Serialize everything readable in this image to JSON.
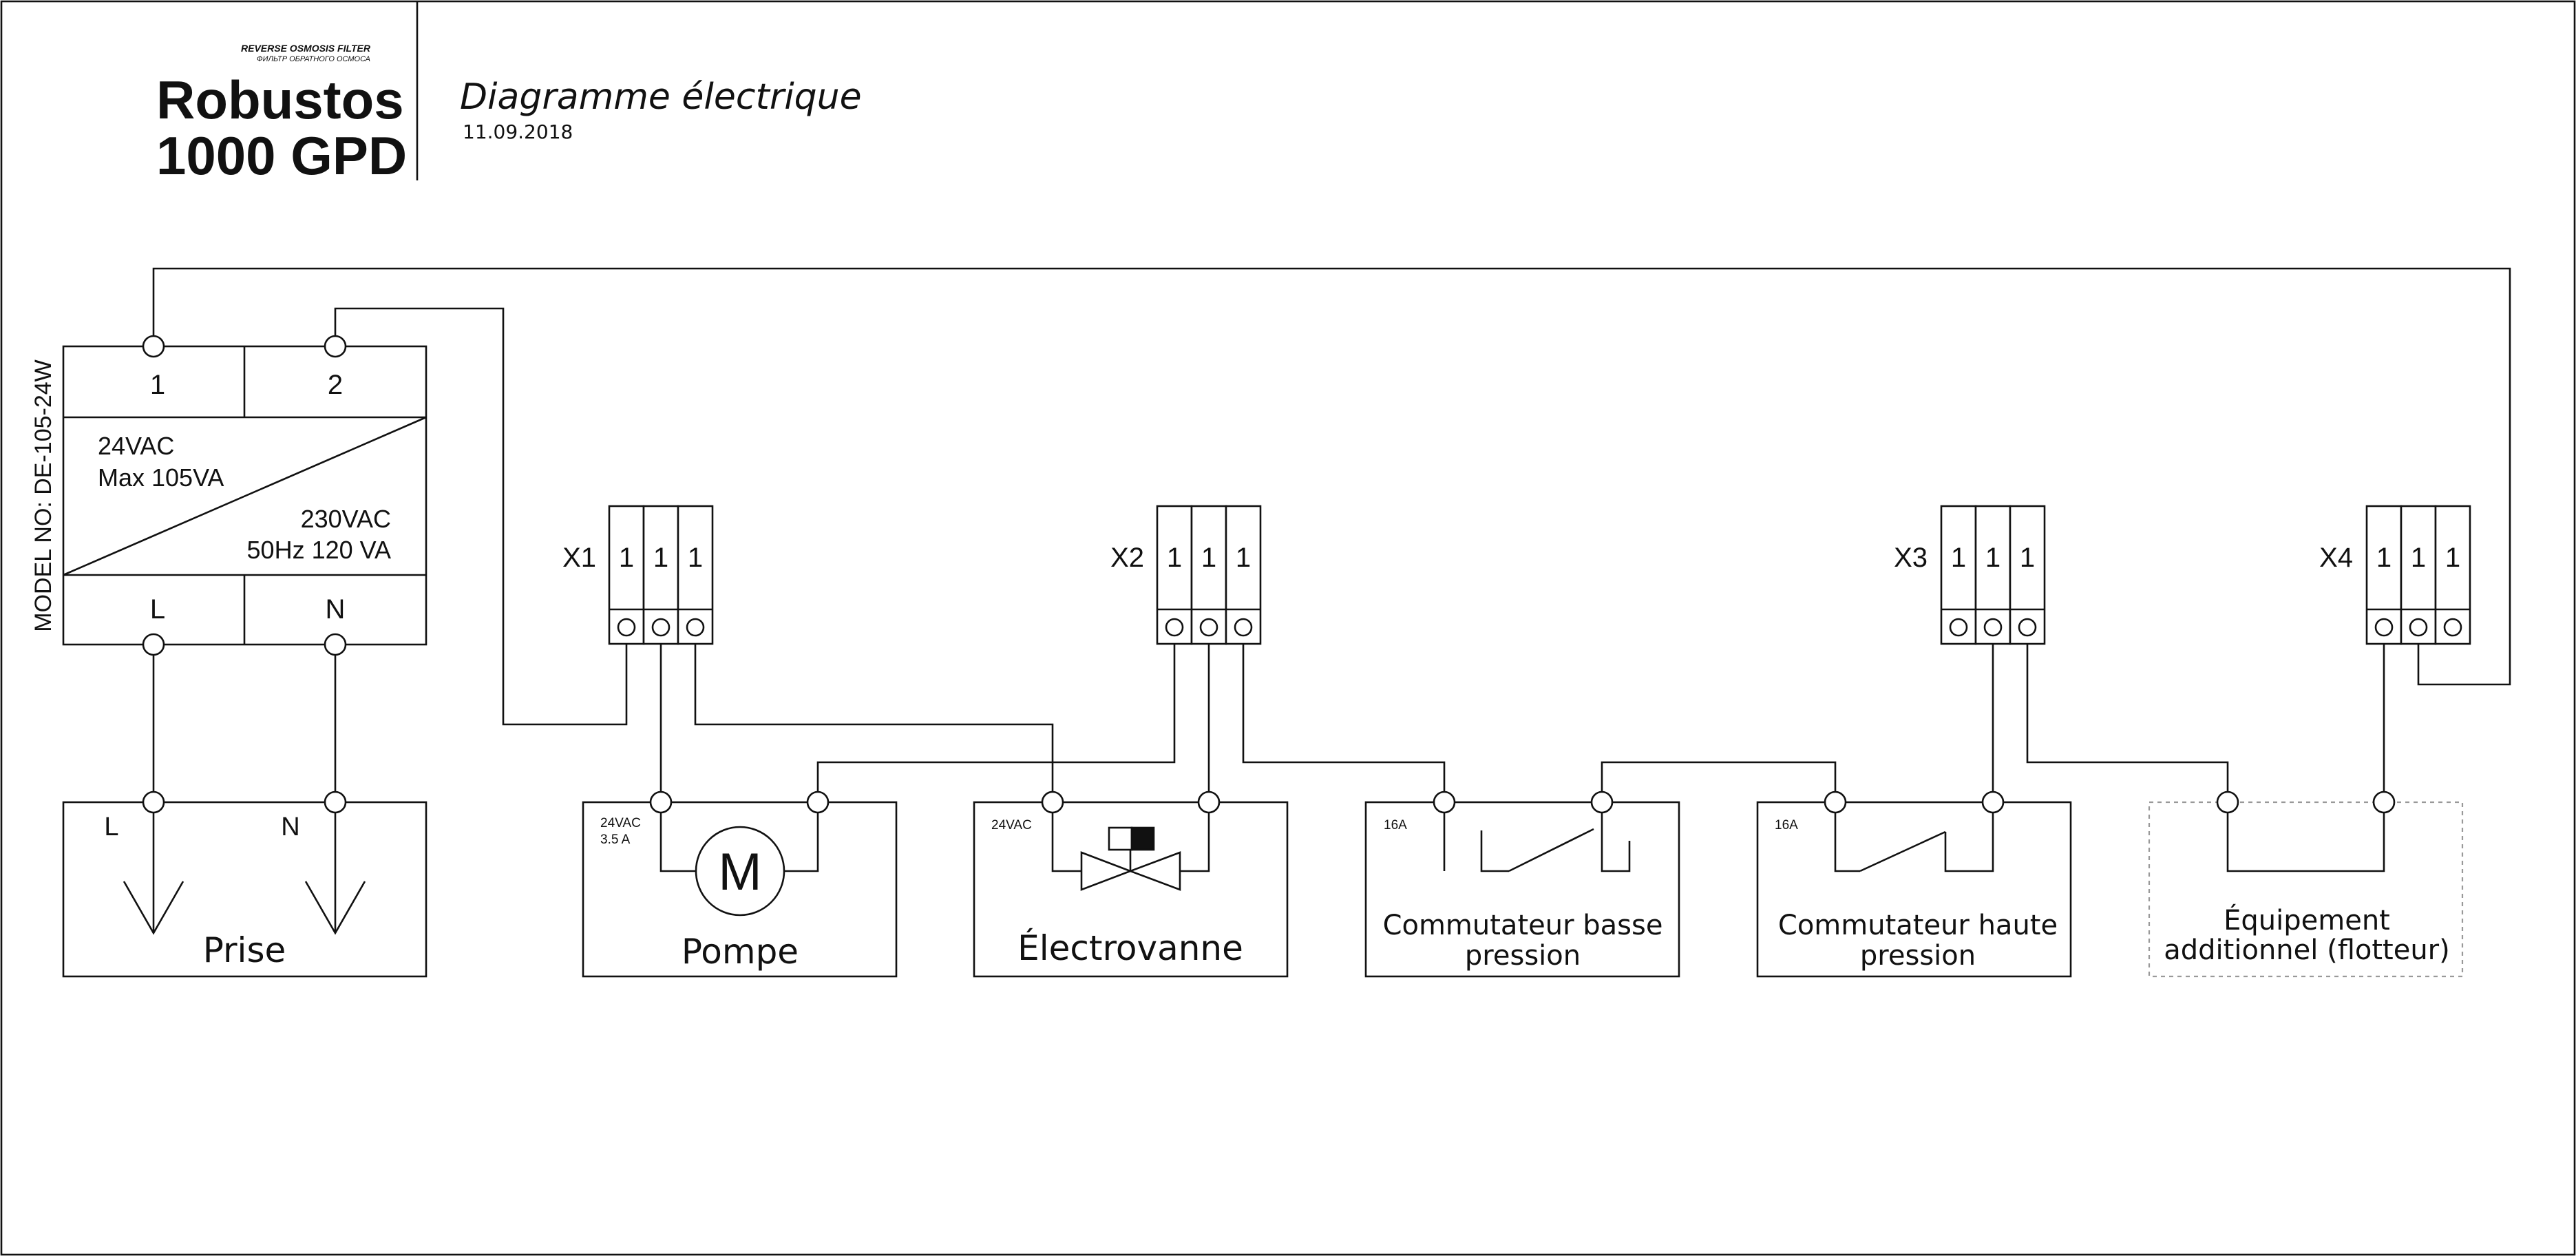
{
  "brand": {
    "tagline": "REVERSE OSMOSIS FILTER",
    "tagline_sub": "ФИЛЬТР ОБРАТНОГО ОСМОСА",
    "name_line1": "Robustos",
    "name_line2": "1000 GPD"
  },
  "doc": {
    "title": "Diagramme électrique",
    "date": "11.09.2018"
  },
  "transformer": {
    "model": "MODEL NO: DE-105-24W",
    "out_term_1": "1",
    "out_term_2": "2",
    "secondary_line1": "24VAC",
    "secondary_line2": "Max 105VA",
    "primary_line1": "230VAC",
    "primary_line2": "50Hz 120 VA",
    "in_term_L": "L",
    "in_term_N": "N"
  },
  "connectors": [
    {
      "label": "X1",
      "pins": [
        "1",
        "1",
        "1"
      ]
    },
    {
      "label": "X2",
      "pins": [
        "1",
        "1",
        "1"
      ]
    },
    {
      "label": "X3",
      "pins": [
        "1",
        "1",
        "1"
      ]
    },
    {
      "label": "X4",
      "pins": [
        "1",
        "1",
        "1"
      ]
    }
  ],
  "components": {
    "outlet": {
      "label": "Prise",
      "term_L": "L",
      "term_N": "N"
    },
    "pump": {
      "label": "Pompe",
      "rating_line1": "24VAC",
      "rating_line2": "3.5 A",
      "motor_symbol": "M"
    },
    "valve": {
      "label": "Électrovanne",
      "rating": "24VAC"
    },
    "low_switch": {
      "label_line1": "Commutateur basse",
      "label_line2": "pression",
      "rating": "16A"
    },
    "high_switch": {
      "label_line1": "Commutateur haute",
      "label_line2": "pression",
      "rating": "16A"
    },
    "extra": {
      "label_line1": "Équipement",
      "label_line2": "additionnel (flotteur)"
    }
  }
}
